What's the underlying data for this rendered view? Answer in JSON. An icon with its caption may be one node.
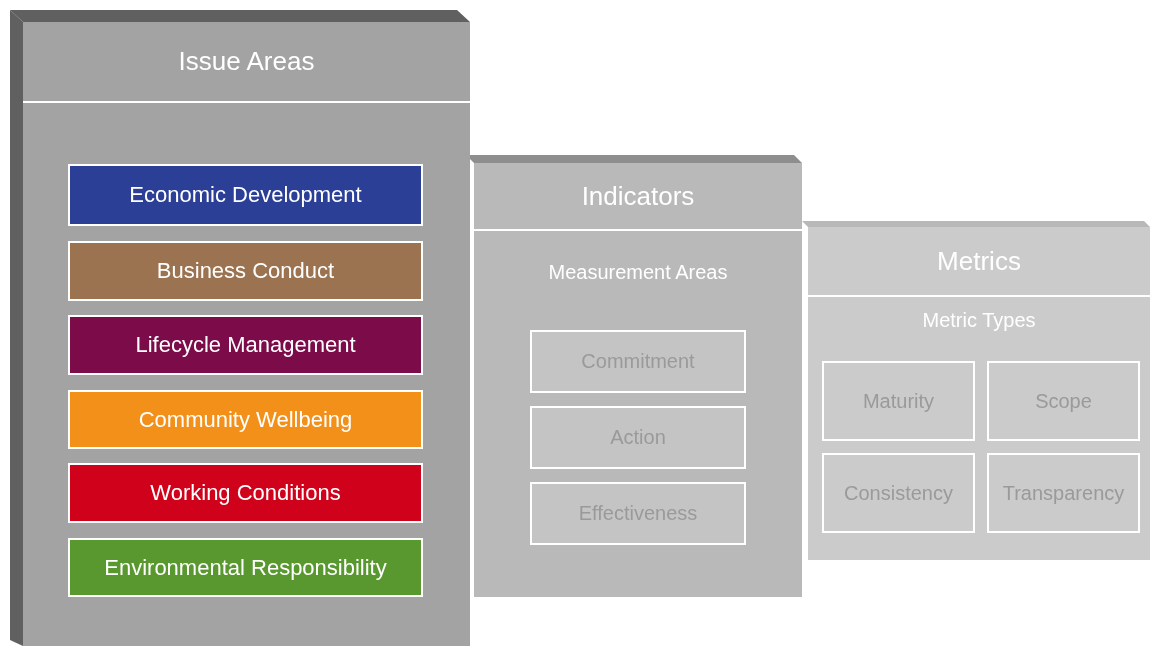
{
  "diagram": {
    "nodes": [
      {
        "text": [
          "Issue Areas"
        ]
      },
      {
        "text": [
          "Economic Development"
        ],
        "in": 0
      },
      {
        "text": [
          "Business Conduct"
        ],
        "in": 0
      },
      {
        "text": [
          "Lifecycle Management"
        ],
        "in": 0
      },
      {
        "text": [
          "Community Wellbeing"
        ],
        "in": 0
      },
      {
        "text": [
          "Working Conditions"
        ],
        "in": 0
      },
      {
        "text": [
          "Environmental Responsibility"
        ],
        "in": 0
      },
      {
        "text": [
          "Indicators",
          "Measurement Areas"
        ]
      },
      {
        "text": [
          "Commitment"
        ],
        "in": 7
      },
      {
        "text": [
          "Action"
        ],
        "in": 7
      },
      {
        "text": [
          "Effectiveness"
        ],
        "in": 7
      },
      {
        "text": [
          "Metrics",
          "Metric Types"
        ]
      },
      {
        "text": [
          "Maturity"
        ],
        "in": 11
      },
      {
        "text": [
          "Scope"
        ],
        "in": 11
      },
      {
        "text": [
          "Consistency"
        ],
        "in": 11
      },
      {
        "text": [
          "Transparency"
        ],
        "in": 11
      }
    ]
  }
}
